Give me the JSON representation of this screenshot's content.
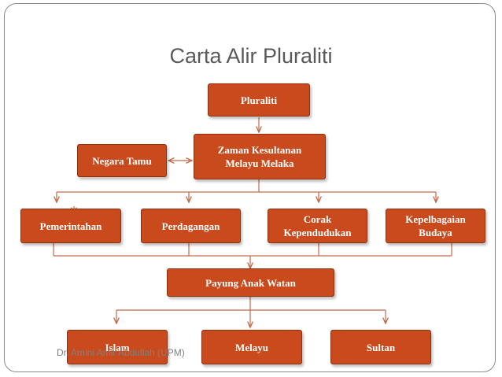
{
  "slide": {
    "title": "Carta Alir Pluraliti",
    "footer": "Dr. Amini Amir Abdullah (UPM)"
  },
  "diagram": {
    "colors": {
      "box_fill": "#c94a1c",
      "box_text": "#ffffff",
      "connector": "#c06a4a"
    },
    "nodes": {
      "pluraliti": "Pluraliti",
      "zaman_kesultanan": "Zaman Kesultanan Melayu Melaka",
      "negara_tamu": "Negara Tamu",
      "pemerintahan": "Pemerintahan",
      "perdagangan": "Perdagangan",
      "corak_kependudukan": "Corak Kependudukan",
      "kepelbagaian_budaya": "Kepelbagaian Budaya",
      "payung_anak_watan": "Payung Anak Watan",
      "islam": "Islam",
      "melayu": "Melayu",
      "sultan": "Sultan"
    }
  }
}
